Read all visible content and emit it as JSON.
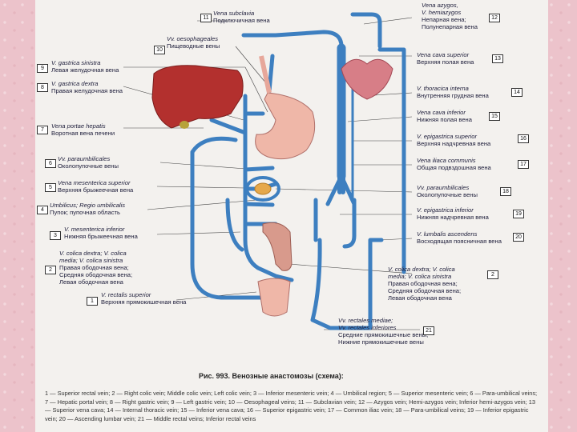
{
  "figure": {
    "caption": "Рис. 993. Венозные анастомозы (схема):",
    "legend": "1 — Superior rectal vein; 2 — Right colic vein; Middle colic vein; Left colic vein; 3 — Inferior mesenteric vein; 4 — Umbilical region; 5 — Superior mesenteric vein; 6 — Para-umbilical veins; 7 — Hepatic portal vein; 8 — Right gastric vein; 9 — Left gastric vein; 10 — Oesophageal veins; 11 — Subclavian vein; 12 — Azygos vein; Hemi-azygos vein; Inferior hemi-azygos vein; 13 — Superior vena cava; 14 — Internal thoracic vein; 15 — Inferior vena cava; 16 — Superior epigastric vein; 17 — Common iliac vein; 18 — Para-umbilical veins; 19 — Inferior epigastric vein; 20 — Ascending lumbar vein; 21 — Middle rectal veins; Inferior rectal veins"
  },
  "labels": {
    "n11": {
      "num": "11",
      "latin": "Vena subclavia",
      "ru": "Подключичная вена"
    },
    "n12": {
      "num": "12",
      "latin": "Vena azygos,",
      "latin2": "V. hemiazygos",
      "ru": "Непарная вена;",
      "ru2": "Полунепарная вена"
    },
    "n10": {
      "num": "10",
      "latin": "Vv. oesophageales",
      "ru": "Пищеводные вены"
    },
    "n13": {
      "num": "13",
      "latin": "Vena cava superior",
      "ru": "Верхняя полая вена"
    },
    "n9": {
      "num": "9",
      "latin": "V. gastrica sinistra",
      "ru": "Левая желудочная вена"
    },
    "n8": {
      "num": "8",
      "latin": "V. gastrica dextra",
      "ru": "Правая желудочная вена"
    },
    "n14": {
      "num": "14",
      "latin": "V. thoracica interna",
      "ru": "Внутренняя грудная вена"
    },
    "n15": {
      "num": "15",
      "latin": "Vena cava inferior",
      "ru": "Нижняя полая вена"
    },
    "n7": {
      "num": "7",
      "latin": "Vena portae hepatis",
      "ru": "Воротная вена печени"
    },
    "n16a": {
      "num": "16",
      "latin": "V. epigastrica superior",
      "ru": "Верхняя надчревная вена"
    },
    "n6": {
      "num": "6",
      "latin": "Vv. paraumbilicales",
      "ru": "Околопупочные вены"
    },
    "n17": {
      "num": "17",
      "latin": "Vena iliaca communis",
      "ru": "Общая подвздошная вена"
    },
    "n5": {
      "num": "5",
      "latin": "Vena mesenterica superior",
      "ru": "Верхняя брыжеечная вена"
    },
    "n16b": {
      "num": "18",
      "latin": "Vv. paraumbilicales",
      "ru": "Околопупочные вены"
    },
    "n4": {
      "num": "4",
      "latin": "Umbilicus; Regio umbilicalis",
      "ru": "Пупок; пупочная область"
    },
    "n19": {
      "num": "19",
      "latin": "V. epigastrica inferior",
      "ru": "Нижняя надчревная вена"
    },
    "n3": {
      "num": "3",
      "latin": "V. mesenterica inferior",
      "ru": "Нижняя брыжеечная вена"
    },
    "n20": {
      "num": "20",
      "latin": "V. lumbalis ascendens",
      "ru": "Восходящая поясничная вена"
    },
    "n2": {
      "num": "2",
      "latin": "V. colica dextra; V. colica",
      "latin2": "media; V. colica sinistra",
      "ru": "Правая ободочная вена;",
      "ru2": "Средняя ободочная вена;",
      "ru3": "Левая ободочная вена"
    },
    "n2r": {
      "num": "2",
      "latin": "V. colica dextra; V. colica",
      "latin2": "media; V. colica sinistra",
      "ru": "Правая ободочная вена;",
      "ru2": "Средняя ободочная вена;",
      "ru3": "Левая ободочная вена"
    },
    "n1": {
      "num": "1",
      "latin": "V. rectalis superior",
      "ru": "Верхняя прямокишечная вена"
    },
    "n21": {
      "num": "21",
      "latin": "Vv. rectales mediae;",
      "latin2": "Vv. rectales inferiores",
      "ru": "Средние прямокишечные вены;",
      "ru2": "Нижние прямокишечные вены"
    }
  },
  "colors": {
    "vein": "#3d7fc0",
    "liver": "#b3302e",
    "heart": "#d77e87",
    "stomach": "#efb7a8",
    "intestine": "#d89a8c",
    "background": "#ecc3cb",
    "page": "#f3f1ee"
  }
}
